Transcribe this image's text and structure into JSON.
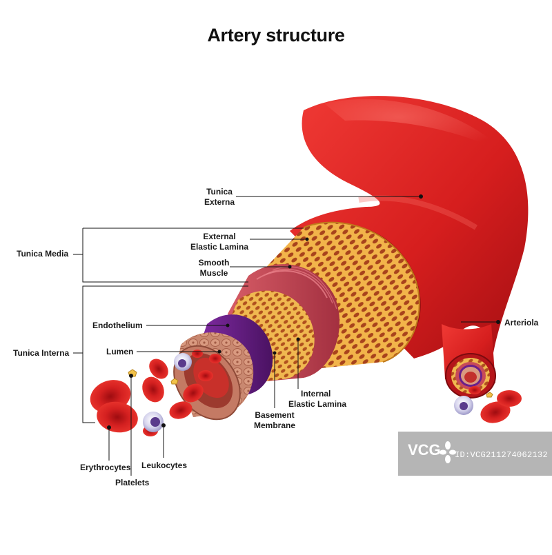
{
  "title": "Artery structure",
  "labels": {
    "tunica_externa_1": "Tunica",
    "tunica_externa_2": "Externa",
    "external_elastic_1": "External",
    "external_elastic_2": "Elastic Lamina",
    "smooth_muscle_1": "Smooth",
    "smooth_muscle_2": "Muscle",
    "tunica_media": "Tunica Media",
    "endothelium": "Endothelium",
    "lumen": "Lumen",
    "tunica_interna": "Tunica Interna",
    "arteriola": "Arteriola",
    "internal_elastic_1": "Internal",
    "internal_elastic_2": "Elastic Lamina",
    "basement_1": "Basement",
    "basement_2": "Membrane",
    "erythrocytes": "Erythrocytes",
    "leukocytes": "Leukocytes",
    "platelets": "Platelets"
  },
  "watermark": {
    "logo_text": "VCG",
    "id_text": "ID:VCG211274062132"
  },
  "colors": {
    "artery_red": "#d81f1f",
    "artery_dark": "#9c0d12",
    "elastic_gold": "#e8a630",
    "muscle_pink": "#c8505a",
    "membrane_purple": "#6a1f8a",
    "endothelium_tan": "#c98870",
    "leader_line": "#111111"
  }
}
